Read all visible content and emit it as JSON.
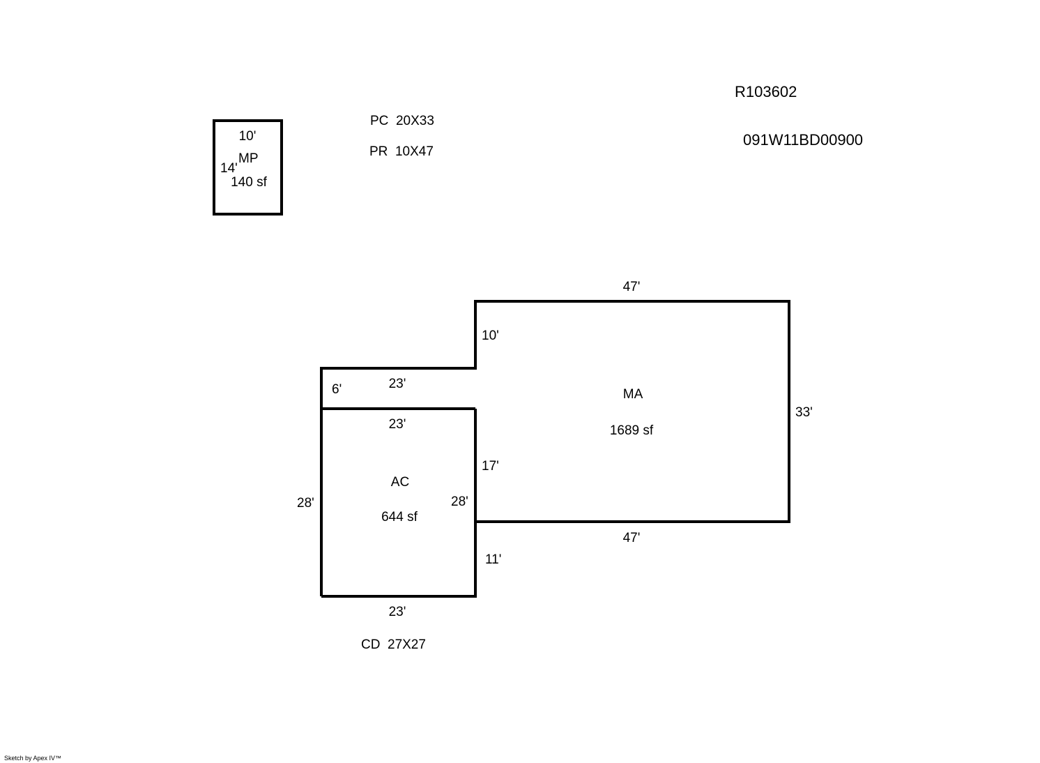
{
  "ids": {
    "parcel_id": "R103602",
    "map_number": "091W11BD00900"
  },
  "notes": {
    "pc": "PC  20X33",
    "pr": "PR  10X47",
    "cd": "CD  27X27"
  },
  "areas": {
    "mp": {
      "code": "MP",
      "area": "140 sf",
      "dim_top": "10'",
      "dim_side": "14'"
    },
    "ma": {
      "code": "MA",
      "area": "1689 sf",
      "dim_top": "47'",
      "dim_right": "33'",
      "dim_bottom": "47'",
      "dim_left_upper": "10'",
      "dim_left_lower": "17'",
      "dim_connector_upper": "23'",
      "dim_connector_side": "6'"
    },
    "ac": {
      "code": "AC",
      "area": "644 sf",
      "dim_top": "23'",
      "dim_bottom": "23'",
      "dim_left": "28'",
      "dim_right": "28'",
      "dim_right_lower": "11'"
    }
  },
  "footer": "Sketch by Apex IV™",
  "colors": {
    "line": "#000000",
    "background": "#ffffff"
  }
}
